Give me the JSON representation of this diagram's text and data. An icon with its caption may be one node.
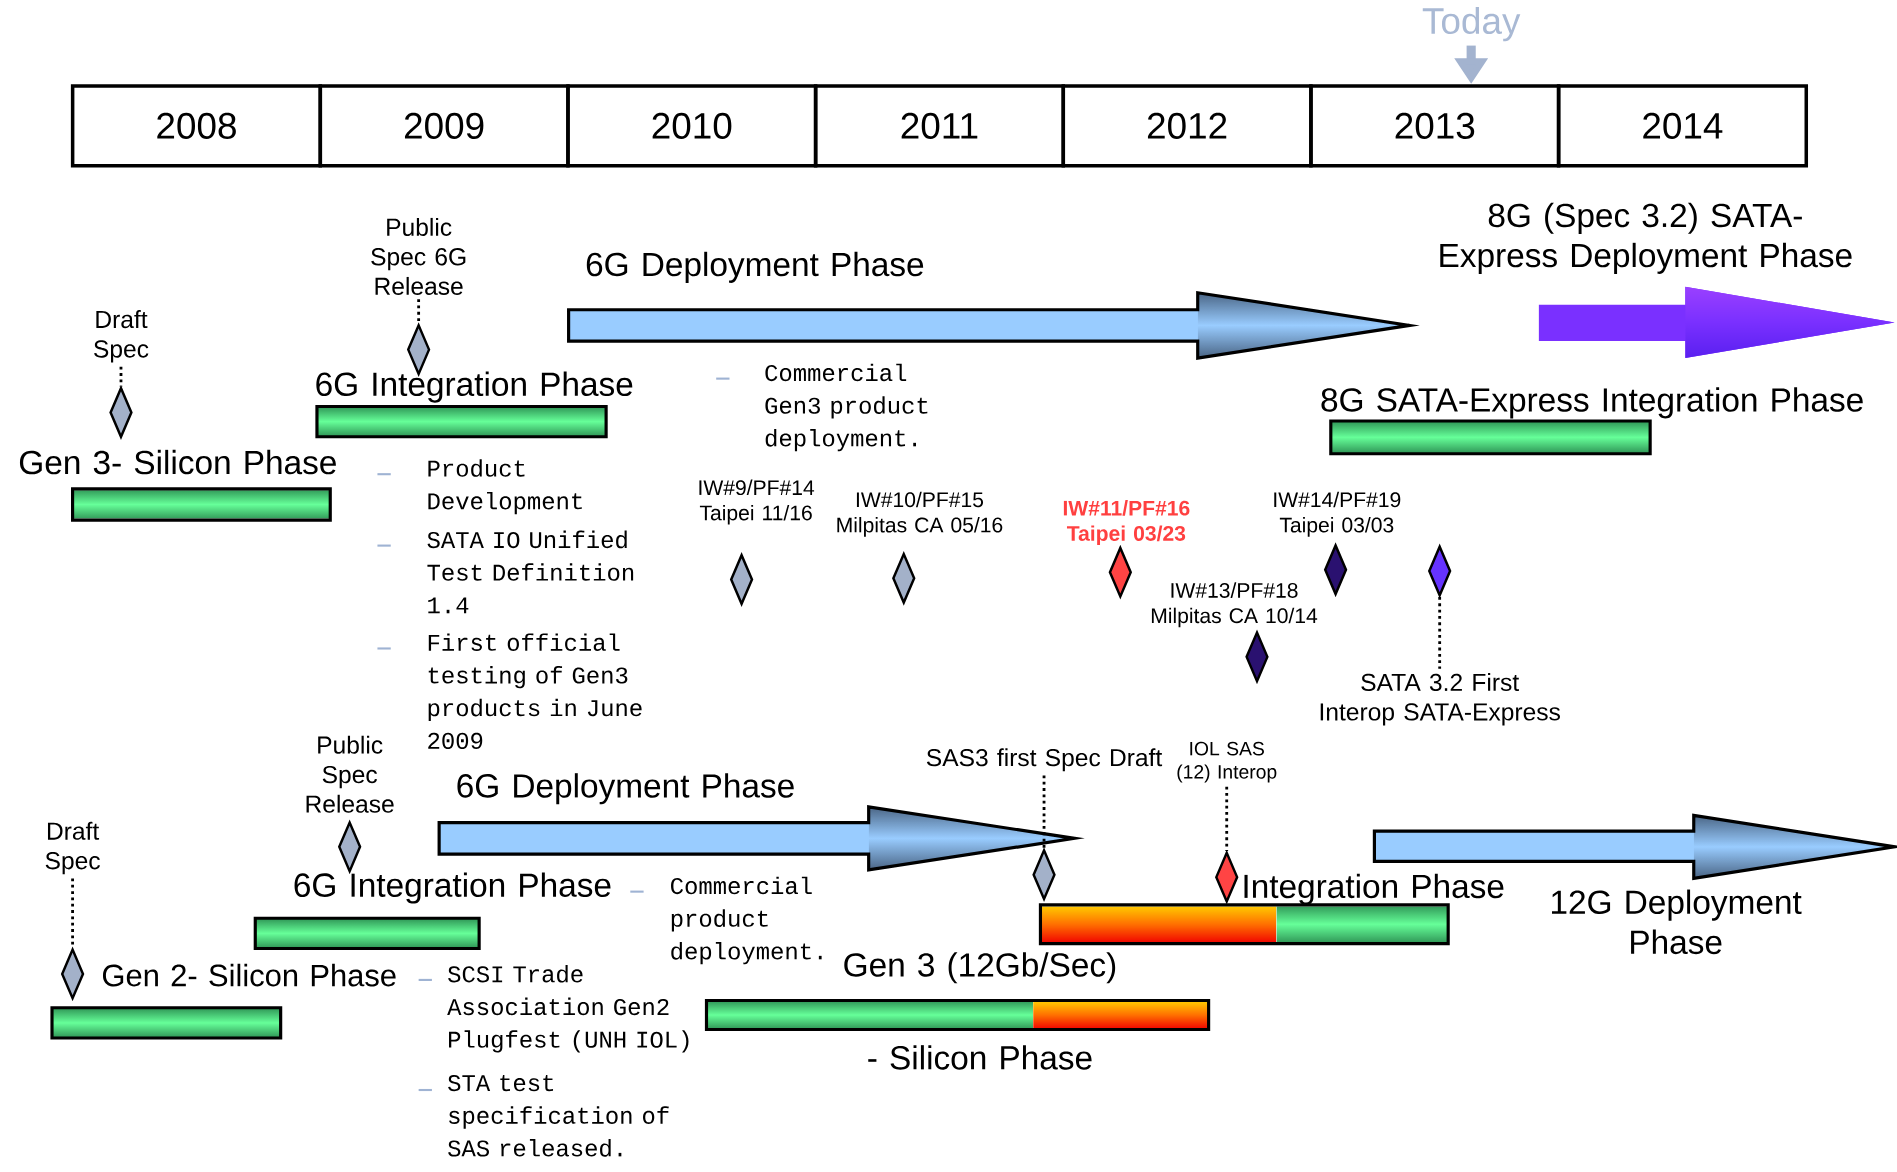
{
  "diagram": {
    "nodes": [
      {
        "text": [
          "2008"
        ]
      },
      {
        "text": [
          "2009"
        ]
      },
      {
        "text": [
          "2010"
        ]
      },
      {
        "text": [
          "2011"
        ]
      },
      {
        "text": [
          "2012"
        ]
      },
      {
        "text": [
          "2013"
        ]
      },
      {
        "text": [
          "2014"
        ]
      },
      {
        "text": [
          "Today"
        ]
      },
      {
        "text": [
          "Draft Spec"
        ]
      },
      {
        "text": [],
        "shape": "diamond"
      },
      {
        "text": [
          "Gen 3- Silicon Phase"
        ]
      },
      {
        "text": [
          "Public Spec 6G Release"
        ]
      },
      {
        "text": [],
        "shape": "diamond"
      },
      {
        "text": [
          "6G Integration Phase"
        ]
      },
      {
        "text": [
          "6G Deployment Phase"
        ]
      },
      {
        "text": [
          "8G (Spec 3.2) SATA-Express Deployment Phase"
        ]
      },
      {
        "text": [
          "8G SATA-Express Integration Phase"
        ]
      },
      {
        "text": [],
        "shape": "diamond",
        "beside": [
          "IW#9/PF#14 Taipei 11/16"
        ]
      },
      {
        "text": [],
        "shape": "diamond",
        "beside": [
          "IW#10/PF#15 Milpitas CA 05/16"
        ]
      },
      {
        "text": [],
        "shape": "diamond",
        "beside": [
          "IW#11/PF#16 Taipei 03/23"
        ]
      },
      {
        "text": [],
        "shape": "diamond",
        "beside": [
          "IW#13/PF#18 Milpitas CA 10/14"
        ]
      },
      {
        "text": [],
        "shape": "diamond",
        "beside": [
          "IW#14/PF#19 Taipei 03/03"
        ]
      },
      {
        "text": [],
        "shape": "diamond"
      },
      {
        "text": [
          "SATA 3.2 First Interop SATA-Express"
        ]
      },
      {
        "text": [
          "Draft Spec"
        ]
      },
      {
        "text": [],
        "shape": "diamond"
      },
      {
        "text": [
          "Gen 2- Silicon Phase"
        ]
      },
      {
        "text": [],
        "shape": "diamond",
        "beside": [
          "Public Spec Release"
        ]
      },
      {
        "text": [
          "6G Integration Phase"
        ]
      },
      {
        "text": [
          "6G Deployment Phase"
        ]
      },
      {
        "text": [
          "SAS3 first Spec Draft"
        ]
      },
      {
        "text": [],
        "shape": "diamond"
      },
      {
        "text": [
          "IOL SAS (12) Interop"
        ]
      },
      {
        "text": [],
        "shape": "diamond"
      },
      {
        "text": [
          "Integration Phase"
        ]
      },
      {
        "text": [
          "Gen 3 (12Gb/Sec)",
          "- Silicon Phase"
        ]
      },
      {
        "text": [
          "12G Deployment Phase"
        ]
      }
    ],
    "edges": [
      {
        "from": 7,
        "to": 5,
        "arrow": "to",
        "style": "thick",
        "color": "#a3b3cf"
      },
      {
        "from": 8,
        "to": 9,
        "arrow": "none",
        "style": "dashed"
      },
      {
        "from": 11,
        "to": 12,
        "arrow": "none",
        "style": "dashed"
      },
      {
        "from": 22,
        "to": 23,
        "arrow": "none",
        "style": "dashed"
      },
      {
        "from": 24,
        "to": 25,
        "arrow": "none",
        "style": "dashed"
      },
      {
        "from": 30,
        "to": 31,
        "arrow": "none",
        "style": "dashed"
      },
      {
        "from": 32,
        "to": 33,
        "arrow": "none",
        "style": "dashed"
      }
    ],
    "labels": [
      "Commercial Gen3 product deployment.",
      "Product Development",
      "SATA IO Unified Test Definition 1.4",
      "First official testing of Gen3 products in June 2009",
      "Commercial product deployment.",
      "SCSI Trade Association Gen2 Plugfest (UNH IOL)",
      "STA test specification of SAS released."
    ]
  }
}
